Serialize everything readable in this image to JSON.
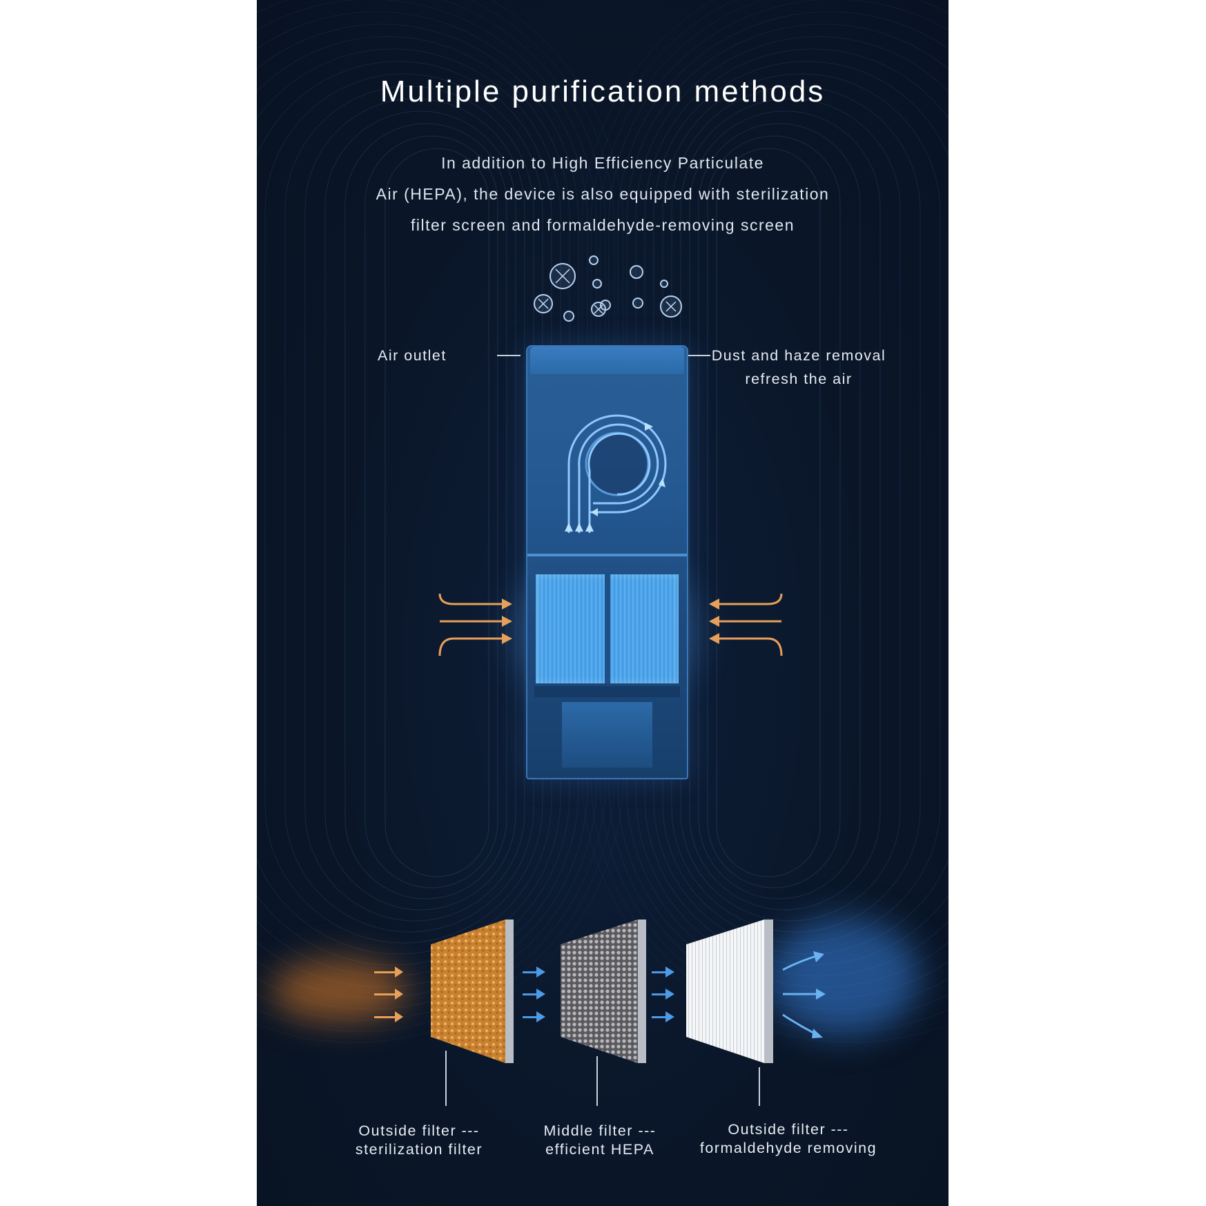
{
  "title": "Multiple purification methods",
  "description": [
    "In addition to High Efficiency Particulate",
    "Air (HEPA), the device is also equipped with sterilization",
    "filter screen and formaldehyde-removing screen"
  ],
  "device_labels": {
    "air_outlet": "Air outlet",
    "right_line1": "Dust and haze removal",
    "right_line2": "refresh the air"
  },
  "filters": [
    {
      "line1": "Outside filter ---",
      "line2": "sterilization filter"
    },
    {
      "line1": "Middle filter ---",
      "line2": "efficient HEPA"
    },
    {
      "line1": "Outside filter ---",
      "line2": "formaldehyde removing"
    }
  ],
  "colors": {
    "background": "#0a1628",
    "contour": "#4a6a9a",
    "device_blue": "#2a5f96",
    "hepa_blue": "#4aa6ea",
    "warm_arrow": "#e7a05a",
    "cool_arrow": "#4b9be6"
  }
}
